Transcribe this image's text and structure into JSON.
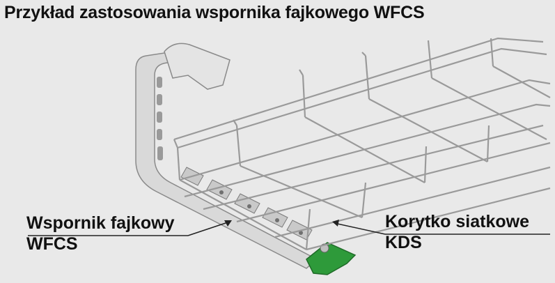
{
  "title": "Przykład zastosowania wspornika fajkowego WFCS",
  "labels": {
    "support": {
      "line1": "Wspornik fajkowy",
      "line2": "WFCS"
    },
    "tray": {
      "line1": "Korytko siatkowe",
      "line2": "KDS"
    }
  },
  "colors": {
    "background": "#e9e9e9",
    "wire": "#9a9a9a",
    "metal": "#dcdcdc",
    "accent_green": "#2e9a3a",
    "text": "#111111"
  }
}
